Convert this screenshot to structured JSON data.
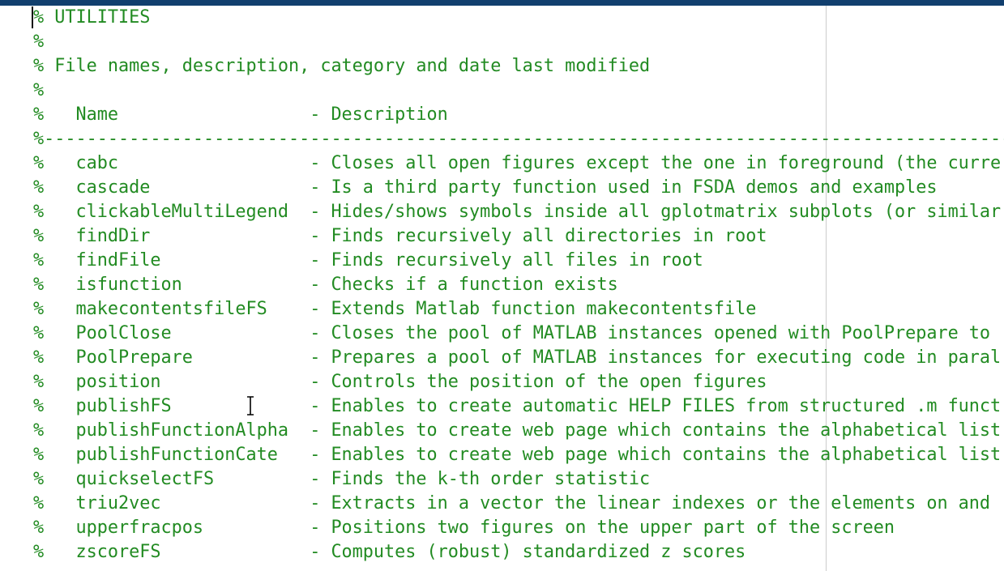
{
  "window": {
    "topbar_color": "#113f6e"
  },
  "editor": {
    "background_color": "#ffffff",
    "comment_color": "#228B22",
    "text_limit_guide_color": "#cccccc",
    "caret": {
      "line": 1,
      "column": 1
    },
    "mouse_cursor": "i-beam"
  },
  "code": {
    "title_line": "% UTILITIES",
    "comment_only_line": "%",
    "intro_line": "% File names, description, category and date last modified",
    "comment_prefix": "%   ",
    "dash_separator": "- ",
    "name_col_width": 22,
    "divider_dash_count": 95,
    "columns_header": {
      "name": "Name",
      "description": "Description"
    },
    "functions": [
      {
        "name": "cabc",
        "description": "Closes all open figures except the one in foreground (the curre"
      },
      {
        "name": "cascade",
        "description": "Is a third party function used in FSDA demos and examples"
      },
      {
        "name": "clickableMultiLegend",
        "description": "Hides/shows symbols inside all gplotmatrix subplots (or similar"
      },
      {
        "name": "findDir",
        "description": "Finds recursively all directories in root"
      },
      {
        "name": "findFile",
        "description": "Finds recursively all files in root"
      },
      {
        "name": "isfunction",
        "description": "Checks if a function exists"
      },
      {
        "name": "makecontentsfileFS",
        "description": "Extends Matlab function makecontentsfile"
      },
      {
        "name": "PoolClose",
        "description": "Closes the pool of MATLAB instances opened with PoolPrepare to"
      },
      {
        "name": "PoolPrepare",
        "description": "Prepares a pool of MATLAB instances for executing code in paral"
      },
      {
        "name": "position",
        "description": "Controls the position of the open figures"
      },
      {
        "name": "publishFS",
        "description": "Enables to create automatic HELP FILES from structured .m funct"
      },
      {
        "name": "publishFunctionAlpha",
        "description": "Enables to create web page which contains the alphabetical list"
      },
      {
        "name": "publishFunctionCate",
        "description": "Enables to create web page which contains the alphabetical list"
      },
      {
        "name": "quickselectFS",
        "description": "Finds the k-th order statistic"
      },
      {
        "name": "triu2vec",
        "description": "Extracts in a vector the linear indexes or the elements on and"
      },
      {
        "name": "upperfracpos",
        "description": "Positions two figures on the upper part of the screen"
      },
      {
        "name": "zscoreFS",
        "description": "Computes (robust) standardized z scores"
      }
    ]
  }
}
